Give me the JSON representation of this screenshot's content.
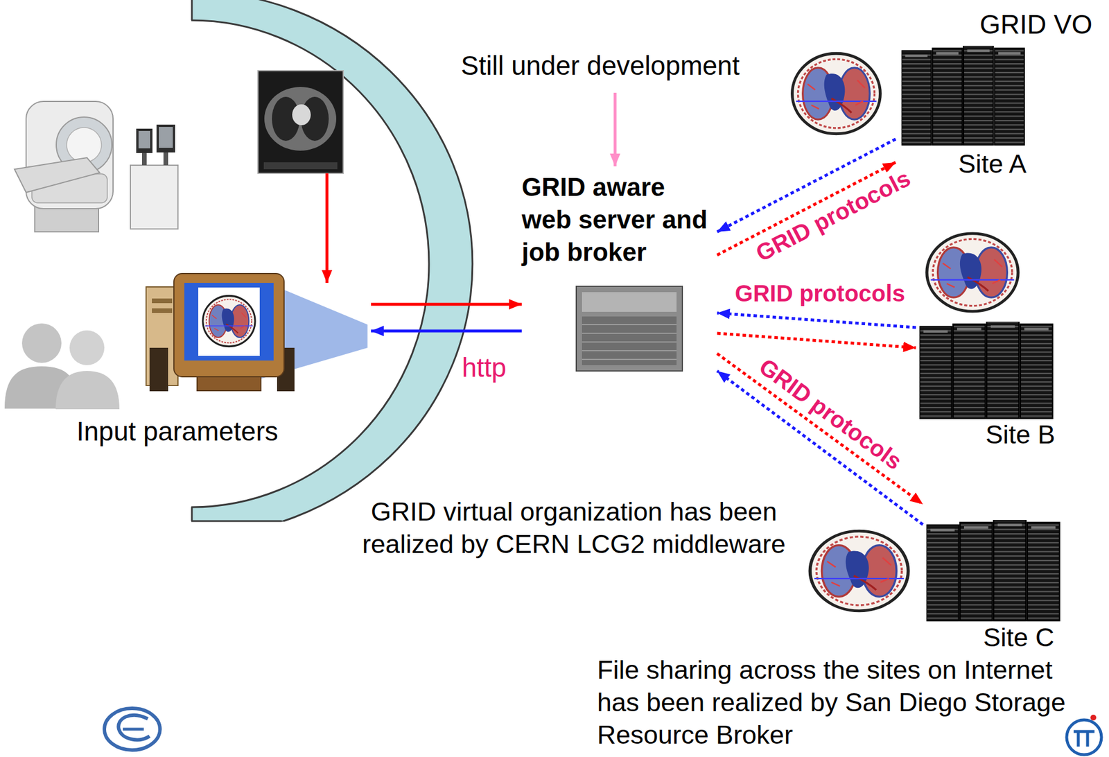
{
  "diagram": {
    "nodes": [
      {
        "text": [
          "Input parameters"
        ]
      },
      {
        "text": [
          "GRID aware web server and job broker"
        ]
      },
      {
        "text": [
          "Site A"
        ]
      },
      {
        "text": [
          "Site B"
        ]
      },
      {
        "text": [
          "Site C"
        ]
      }
    ],
    "edges": [
      {
        "from": 0,
        "to": 1,
        "arrow": "to",
        "label": "http"
      },
      {
        "from": 1,
        "to": 0,
        "arrow": "to"
      },
      {
        "from": 1,
        "to": 2,
        "arrow": "to",
        "label": "GRID protocols"
      },
      {
        "from": 2,
        "to": 1,
        "arrow": "to"
      },
      {
        "from": 1,
        "to": 3,
        "arrow": "to",
        "label": "GRID protocols"
      },
      {
        "from": 3,
        "to": 1,
        "arrow": "to"
      },
      {
        "from": 1,
        "to": 4,
        "arrow": "to",
        "label": "GRID protocols"
      },
      {
        "from": 4,
        "to": 1,
        "arrow": "to"
      }
    ],
    "labels": [
      "GRID VO",
      "Still under development",
      "GRID virtual organization has been realized by CERN LCG2 middleware",
      "File sharing across the sites on Internet has been realized by San Diego Storage Resource Broker"
    ]
  }
}
